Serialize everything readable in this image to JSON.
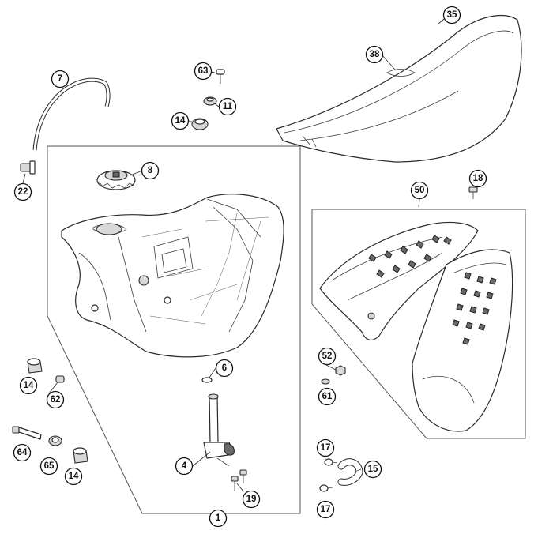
{
  "callouts": [
    {
      "id": "c35",
      "label": "35"
    },
    {
      "id": "c38",
      "label": "38"
    },
    {
      "id": "c7",
      "label": "7"
    },
    {
      "id": "c63",
      "label": "63"
    },
    {
      "id": "c11",
      "label": "11"
    },
    {
      "id": "c14a",
      "label": "14"
    },
    {
      "id": "c22",
      "label": "22"
    },
    {
      "id": "c8",
      "label": "8"
    },
    {
      "id": "c18",
      "label": "18"
    },
    {
      "id": "c50",
      "label": "50"
    },
    {
      "id": "c6",
      "label": "6"
    },
    {
      "id": "c14b",
      "label": "14"
    },
    {
      "id": "c62",
      "label": "62"
    },
    {
      "id": "c52",
      "label": "52"
    },
    {
      "id": "c61",
      "label": "61"
    },
    {
      "id": "c64",
      "label": "64"
    },
    {
      "id": "c65",
      "label": "65"
    },
    {
      "id": "c14c",
      "label": "14"
    },
    {
      "id": "c4",
      "label": "4"
    },
    {
      "id": "c17a",
      "label": "17"
    },
    {
      "id": "c15",
      "label": "15"
    },
    {
      "id": "c19",
      "label": "19"
    },
    {
      "id": "c17b",
      "label": "17"
    },
    {
      "id": "c1",
      "label": "1"
    }
  ]
}
